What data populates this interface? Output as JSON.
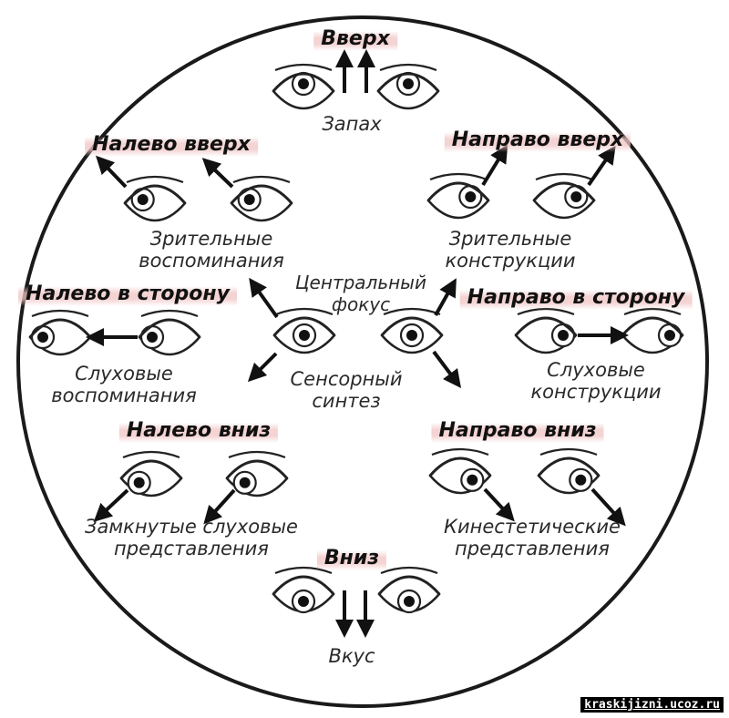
{
  "headers": {
    "up": "Вверх",
    "up_left": "Налево вверх",
    "up_right": "Направо вверх",
    "side_left": "Налево в сторону",
    "side_right": "Направо в сторону",
    "down_left": "Налево вниз",
    "down_right": "Направо вниз",
    "down": "Вниз"
  },
  "labels": {
    "smell": "Запах",
    "visual_memories": [
      "Зрительные",
      "воспоминания"
    ],
    "visual_constructs": [
      "Зрительные",
      "конструкции"
    ],
    "central_focus": [
      "Центральный",
      "фокус"
    ],
    "auditory_memories": [
      "Слуховые",
      "воспоминания"
    ],
    "auditory_constructs": [
      "Слуховые",
      "конструкции"
    ],
    "sensory_synthesis": [
      "Сенсорный",
      "синтез"
    ],
    "closed_auditory": [
      "Замкнутые слуховые",
      "представления"
    ],
    "kinesthetic": [
      "Кинестетические",
      "представления"
    ],
    "taste": "Вкус"
  },
  "watermark": "kraskijizni.ucoz.ru",
  "colors": {
    "ink": "#111111",
    "highlight": "#f0c4c4",
    "circle": "#1a1a1a"
  }
}
